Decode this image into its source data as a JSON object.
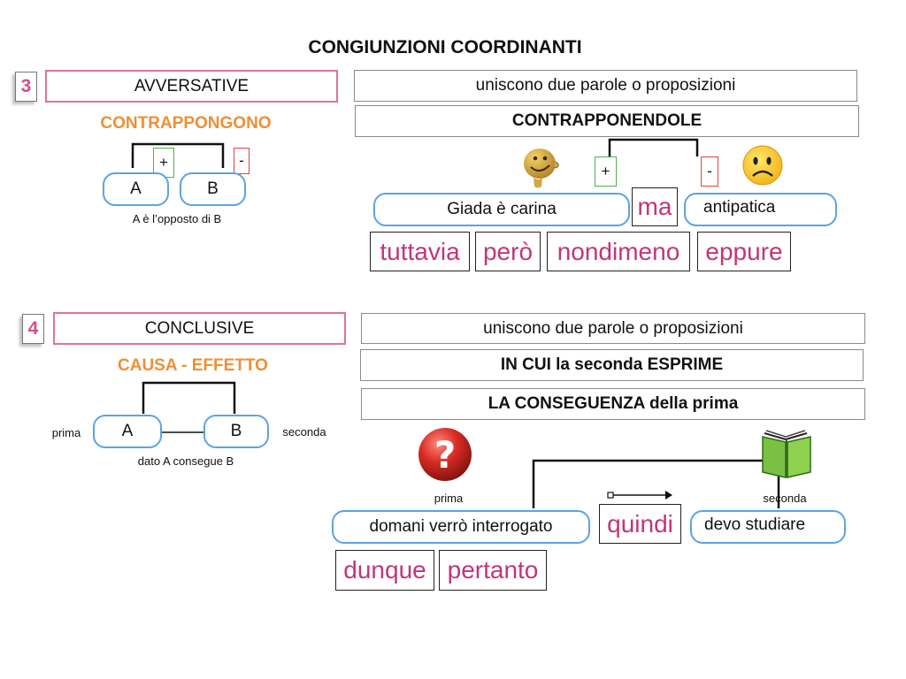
{
  "title": "CONGIUNZIONI COORDINANTI",
  "section3": {
    "number": "3",
    "name": "AVVERSATIVE",
    "keyword": "CONTRAPPONGONO",
    "plus": "+",
    "minus": "-",
    "a": "A",
    "b": "B",
    "caption": "A è l’opposto di B",
    "desc1": "uniscono due parole o proposizioni",
    "desc2": "CONTRAPPONENDOLE",
    "example_left": "Giada è carina",
    "example_conj": "ma",
    "example_right": "antipatica",
    "words": [
      "tuttavia",
      "però",
      "nondimeno",
      "eppure"
    ]
  },
  "section4": {
    "number": "4",
    "name": "CONCLUSIVE",
    "keyword": "CAUSA - EFFETTO",
    "a": "A",
    "b": "B",
    "label_first": "prima",
    "label_second": "seconda",
    "caption": "dato A consegue B",
    "desc1": "uniscono due parole o proposizioni",
    "desc2": "IN CUI la seconda ESPRIME",
    "desc3": "LA CONSEGUENZA della prima",
    "example_left": "domani verrò interrogato",
    "example_conj": "quindi",
    "example_right": "devo studiare",
    "example_first": "prima",
    "example_second": "seconda",
    "question_mark": "?",
    "words": [
      "dunque",
      "pertanto"
    ]
  },
  "colors": {
    "pink": "#e0719f",
    "magenta_text": "#c2357a",
    "orange": "#ef8f34",
    "blue_border": "#5aa3e8",
    "green": "#4fb04f",
    "red": "#e0423f"
  },
  "icons": [
    "smiley-icon",
    "sad-face-icon",
    "question-mark-icon",
    "book-icon"
  ]
}
